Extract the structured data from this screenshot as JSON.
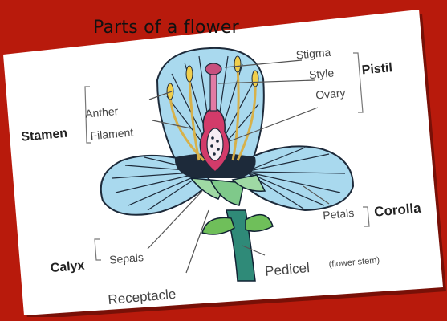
{
  "title": "Parts of a flower",
  "labels": {
    "stigma": "Stigma",
    "style": "Style",
    "ovary": "Ovary",
    "pistil": "Pistil",
    "anther": "Anther",
    "filament": "Filament",
    "stamen": "Stamen",
    "petals": "Petals",
    "corolla": "Corolla",
    "sepals": "Sepals",
    "calyx": "Calyx",
    "receptacle": "Receptacle",
    "pedicel": "Pedicel",
    "pedicel_note": "(flower stem)"
  },
  "colors": {
    "background": "#b81a0c",
    "card": "#ffffff",
    "petal": "#a9d9ee",
    "petal_vein": "#1d2a3a",
    "sepal": "#7fc98a",
    "stem": "#2f8a78",
    "ovary": "#d23b6a",
    "stamen": "#e8c44a"
  }
}
